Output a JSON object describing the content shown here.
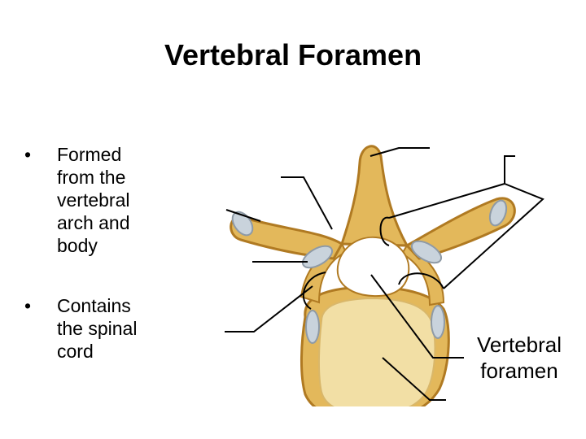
{
  "title": "Vertebral Foramen",
  "bullets": [
    {
      "symbol": "•",
      "text": "Formed from the vertebral arch and body"
    },
    {
      "symbol": "•",
      "text": "Contains the spinal cord"
    }
  ],
  "figure": {
    "label_line1": "Vertebral",
    "label_line2": "foramen",
    "colors": {
      "bone": "#e3b85b",
      "bone_dark": "#b07a22",
      "body": "#f2dfa5",
      "cartilage": "#c9d3dc",
      "line": "#000000"
    }
  }
}
